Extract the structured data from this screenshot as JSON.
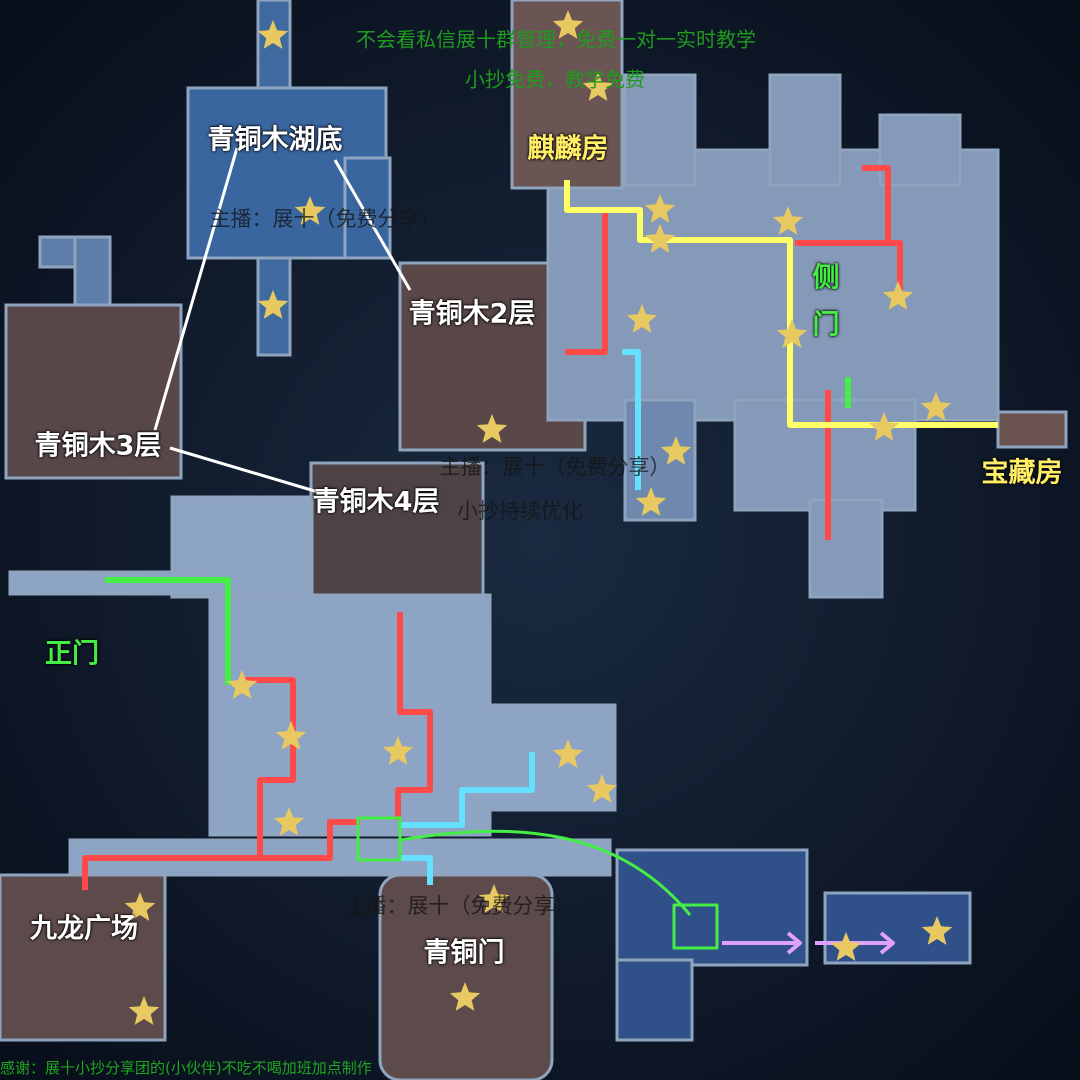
{
  "map": {
    "area_labels": {
      "lake_bottom": "青铜木湖底",
      "qilin_room": "麒麟房",
      "floor2": "青铜木2层",
      "floor3": "青铜木3层",
      "floor4": "青铜木4层",
      "side_gate_1": "侧",
      "side_gate_2": "门",
      "treasure_room": "宝藏房",
      "main_gate": "正门",
      "jiulong_square": "九龙广场",
      "bronze_gate": "青铜门"
    },
    "watermark": "主播：展十（免费分享）",
    "watermark_sub": "小抄持续优化",
    "notes": {
      "line1": "不会看私信展十群管理，免费一对一实时教学",
      "line2": "小抄免费，教学免费"
    },
    "credit": "感谢：展十小抄分享团的(小伙伴)不吃不喝加班加点制作",
    "colors": {
      "route_red": "#ff4a4a",
      "route_yellow": "#ffff66",
      "route_green": "#44ee44",
      "route_cyan": "#66e0ff",
      "route_pink": "#e0a0ff",
      "star": "#e8c860"
    }
  }
}
